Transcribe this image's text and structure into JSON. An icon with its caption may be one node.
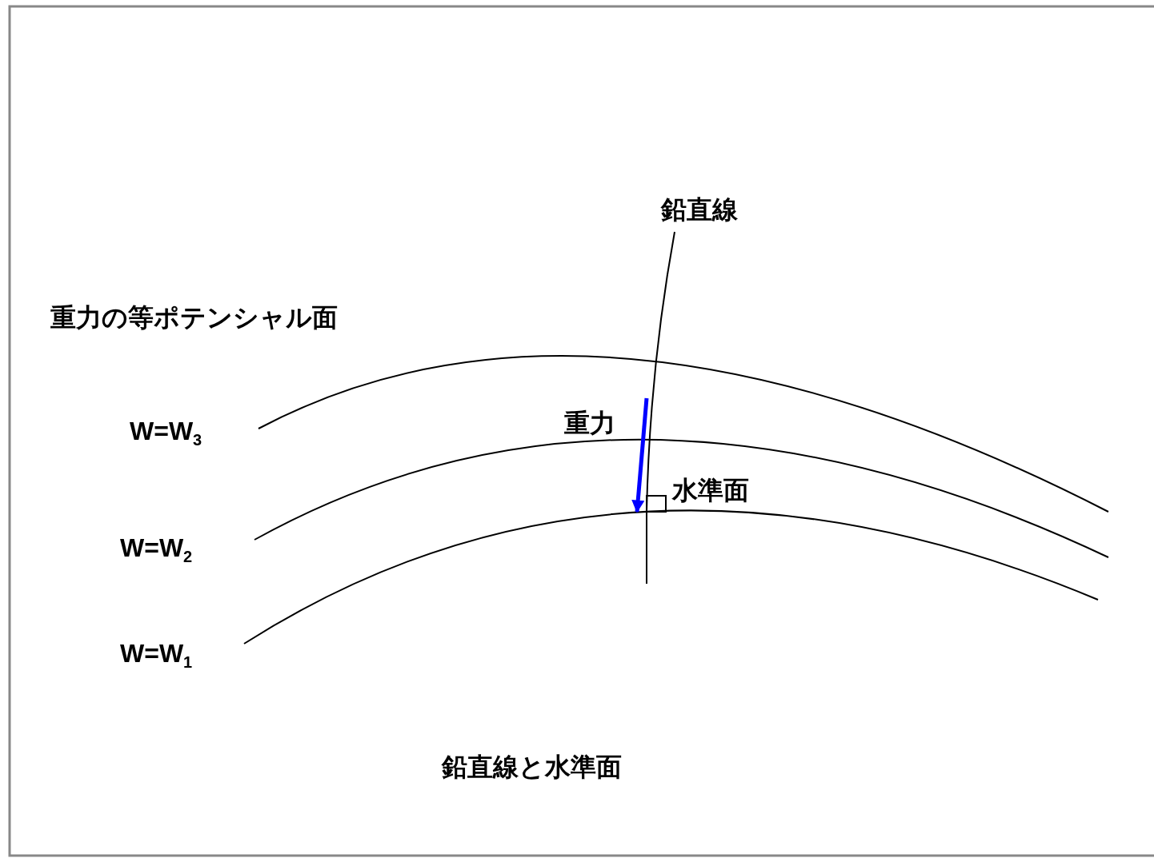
{
  "diagram": {
    "caption": "鉛直線と水準面",
    "labels": [
      "鉛直線",
      "重力の等ポテンシャル面",
      "W=W$_{3}$",
      "重力",
      "水準面",
      "W=W$_{2}$",
      "W=W$_{1}$"
    ]
  }
}
